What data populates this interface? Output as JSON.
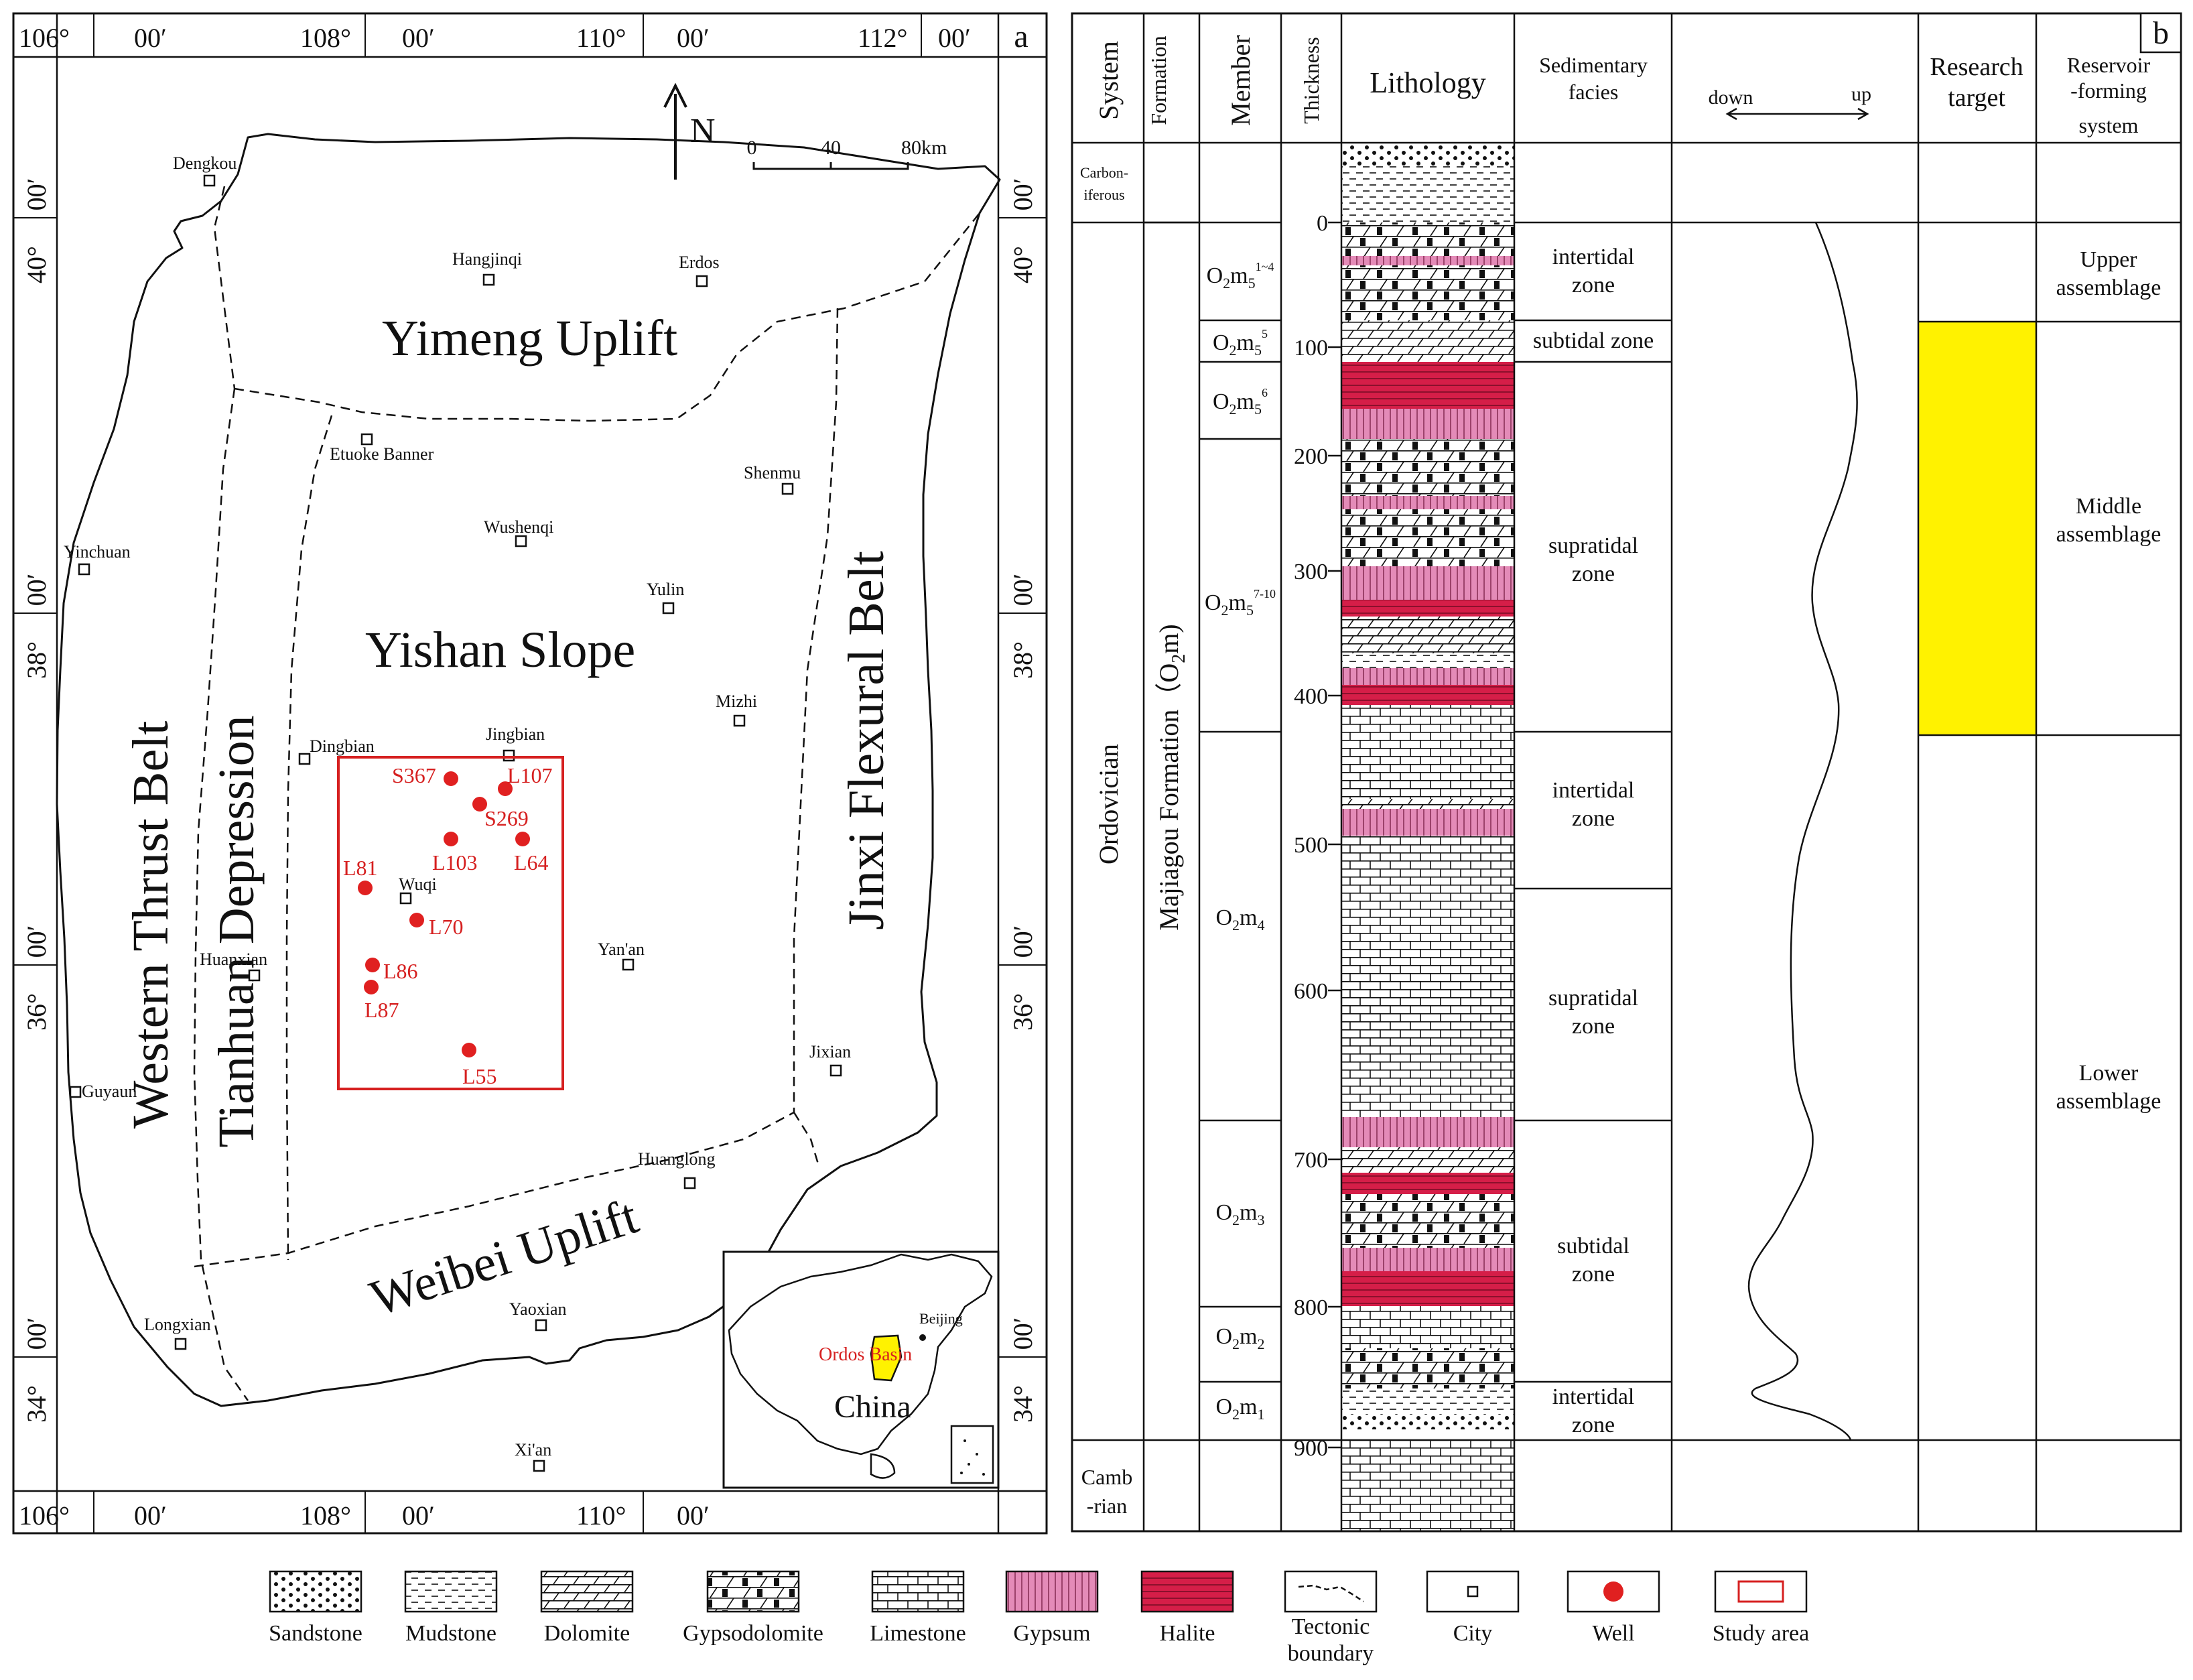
{
  "panel_a": {
    "label": "a",
    "top_coords": [
      "106°",
      "00′",
      "108°",
      "00′",
      "110°",
      "00′",
      "112°",
      "00′"
    ],
    "bottom_coords": [
      "106°",
      "00′",
      "108°",
      "00′",
      "110°",
      "00′"
    ],
    "left_coords": [
      "40°",
      "00′",
      "38°",
      "00′",
      "36°",
      "00′",
      "34°",
      "00′"
    ],
    "right_coords": [
      "40°",
      "00′",
      "38°",
      "00′",
      "36°",
      "00′",
      "34°",
      "00′"
    ],
    "north_label": "N",
    "scale": {
      "labels": [
        "0",
        "40",
        "80km"
      ]
    },
    "regions": {
      "yimeng": "Yimeng Uplift",
      "yishan": "Yishan Slope",
      "western": "Western Thrust Belt",
      "tianhuan": "Tianhuan Depression",
      "jinxi": "Jinxi Flexural Belt",
      "weibei": "Weibei Uplift"
    },
    "cities": [
      "Dengkou",
      "Hangjinqi",
      "Erdos",
      "Etuoke Banner",
      "Shenmu",
      "Wushenqi",
      "Yinchuan",
      "Yulin",
      "Mizhi",
      "Dingbian",
      "Jingbian",
      "Wuqi",
      "Huanxian",
      "Yan'an",
      "Guyaun",
      "Jixian",
      "Huanglong",
      "Longxian",
      "Yaoxian",
      "Xi'an"
    ],
    "wells": [
      "S367",
      "L107",
      "S269",
      "L103",
      "L64",
      "L81",
      "L70",
      "L86",
      "L87",
      "L55"
    ],
    "inset": {
      "country": "China",
      "basin": "Ordos Basin",
      "capital": "Beijing"
    }
  },
  "panel_b": {
    "label": "b",
    "headers": {
      "system": "System",
      "formation": "Formation",
      "member": "Member",
      "thickness": "Thickness",
      "lithology": "Lithology",
      "facies": [
        "Sedimentary",
        "facies"
      ],
      "curve_down": "down",
      "curve_up": "up",
      "target": [
        "Research",
        "target"
      ],
      "reservoir": [
        "Reservoir",
        "-forming",
        "system"
      ]
    },
    "systems": {
      "carboniferous": [
        "Carbon-",
        "iferous"
      ],
      "ordovician": "Ordovician",
      "cambrian": [
        "Camb",
        "-rian"
      ]
    },
    "formation": {
      "name": "Majiagou Formation（O",
      "sub": "2",
      "tail": "m)"
    },
    "members": [
      {
        "main": "O",
        "s1": "2",
        "mid": "m",
        "s2": "5",
        "sup": "1~4"
      },
      {
        "main": "O",
        "s1": "2",
        "mid": "m",
        "s2": "5",
        "sup": "5"
      },
      {
        "main": "O",
        "s1": "2",
        "mid": "m",
        "s2": "5",
        "sup": "6"
      },
      {
        "main": "O",
        "s1": "2",
        "mid": "m",
        "s2": "5",
        "sup": "7-10"
      },
      {
        "main": "O",
        "s1": "2",
        "mid": "m",
        "s2": "4",
        "sup": ""
      },
      {
        "main": "O",
        "s1": "2",
        "mid": "m",
        "s2": "3",
        "sup": ""
      },
      {
        "main": "O",
        "s1": "2",
        "mid": "m",
        "s2": "2",
        "sup": ""
      },
      {
        "main": "O",
        "s1": "2",
        "mid": "m",
        "s2": "1",
        "sup": ""
      }
    ],
    "depth_ticks": [
      "0",
      "100",
      "200",
      "300",
      "400",
      "500",
      "600",
      "700",
      "800",
      "900"
    ],
    "facies": [
      [
        "intertidal",
        "zone"
      ],
      [
        "subtidal zone"
      ],
      [
        "supratidal",
        "zone"
      ],
      [
        "intertidal",
        "zone"
      ],
      [
        "supratidal",
        "zone"
      ],
      [
        "subtidal",
        "zone"
      ],
      [
        "intertidal",
        "zone"
      ]
    ],
    "assemblages": [
      [
        "Upper",
        "assemblage"
      ],
      [
        "Middle",
        "assemblage"
      ],
      [
        "Lower",
        "assemblage"
      ]
    ],
    "target_color": "#fff200"
  },
  "legend": [
    {
      "key": "sandstone",
      "label": "Sandstone"
    },
    {
      "key": "mudstone",
      "label": "Mudstone"
    },
    {
      "key": "dolomite",
      "label": "Dolomite"
    },
    {
      "key": "gypsodolomite",
      "label": "Gypsodolomite"
    },
    {
      "key": "limestone",
      "label": "Limestone"
    },
    {
      "key": "gypsum",
      "label": "Gypsum"
    },
    {
      "key": "halite",
      "label": "Halite"
    },
    {
      "key": "tectonic",
      "label": [
        "Tectonic",
        "boundary"
      ]
    },
    {
      "key": "city",
      "label": "City"
    },
    {
      "key": "well",
      "label": "Well"
    },
    {
      "key": "study",
      "label": "Study area"
    }
  ],
  "colors": {
    "well": "#e02020",
    "gypsum": "#e48bb8",
    "halite": "#d51e48",
    "study": "#d62020"
  }
}
